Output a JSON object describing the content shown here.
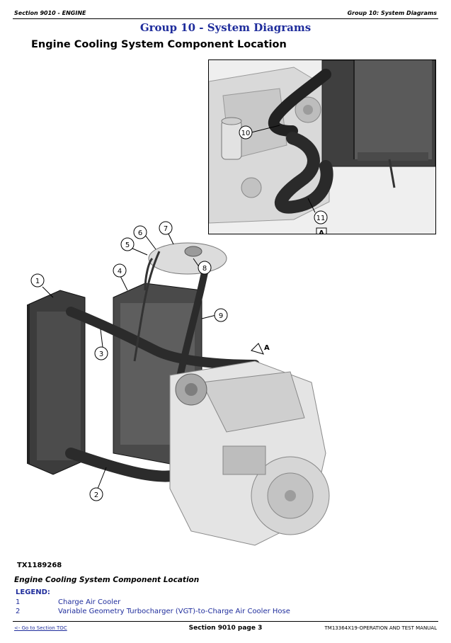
{
  "header": {
    "section": "Section 9010 - ENGINE",
    "group": "Group 10: System Diagrams"
  },
  "group_title": "Group 10 - System Diagrams",
  "page_title": "Engine Cooling System Component Location",
  "inset": {
    "callouts": [
      "10",
      "11"
    ],
    "view_label": "A"
  },
  "diagram": {
    "callouts": [
      "1",
      "2",
      "3",
      "4",
      "5",
      "6",
      "7",
      "8",
      "9"
    ],
    "view_arrow": "A"
  },
  "figure_id": "TX1189268",
  "caption": "Engine Cooling System Component Location",
  "legend": {
    "title": "LEGEND:",
    "items": [
      {
        "num": "1",
        "text": "Charge Air Cooler"
      },
      {
        "num": "2",
        "text": "Variable Geometry Turbocharger (VGT)-to-Charge Air Cooler Hose"
      }
    ]
  },
  "footer": {
    "link": "<- Go to Section TOC",
    "page": "Section 9010 page 3",
    "manual": "TM13364X19-OPERATION AND TEST MANUAL"
  }
}
